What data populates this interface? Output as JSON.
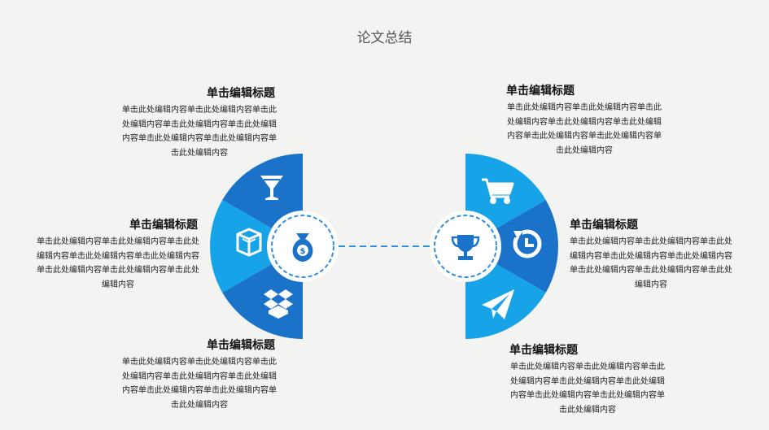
{
  "page": {
    "title": "论文总结"
  },
  "colors": {
    "dark_blue": "#1a72c9",
    "light_blue": "#16a3e8",
    "dash": "#2e8fe0"
  },
  "left_icons": [
    "wine-glass-icon",
    "box-icon",
    "dropbox-icon"
  ],
  "left_center_icon": "money-bag-icon",
  "right_icons": [
    "shopping-cart-icon",
    "refresh-icon",
    "paper-plane-icon"
  ],
  "right_center_icon": "trophy-icon",
  "blocks": {
    "top_left": {
      "title": "单击编辑标题",
      "text": "单击此处编辑内容单击此处编辑内容单击此处编辑内容单击此处编辑内容单击此处编辑内容单击此处编辑内容单击此处编辑内容单击此处编辑内容"
    },
    "mid_left": {
      "title": "单击编辑标题",
      "text": "单击此处编辑内容单击此处编辑内容单击此处编辑内容单击此处编辑内容单击此处编辑内容单击此处编辑内容单击此处编辑内容单击此处编辑内容"
    },
    "bottom_left": {
      "title": "单击编辑标题",
      "text": "单击此处编辑内容单击此处编辑内容单击此处编辑内容单击此处编辑内容单击此处编辑内容单击此处编辑内容单击此处编辑内容单击此处编辑内容"
    },
    "top_right": {
      "title": "单击编辑标题",
      "text": "单击此处编辑内容单击此处编辑内容单击此处编辑内容单击此处编辑内容单击此处编辑内容单击此处编辑内容单击此处编辑内容单击此处编辑内容"
    },
    "mid_right": {
      "title": "单击编辑标题",
      "text": "单击此处编辑内容单击此处编辑内容单击此处编辑内容单击此处编辑内容单击此处编辑内容单击此处编辑内容单击此处编辑内容单击此处编辑内容"
    },
    "bottom_right": {
      "title": "单击编辑标题",
      "text": "单击此处编辑内容单击此处编辑内容单击此处编辑内容单击此处编辑内容单击此处编辑内容单击此处编辑内容单击此处编辑内容单击此处编辑内容"
    }
  }
}
